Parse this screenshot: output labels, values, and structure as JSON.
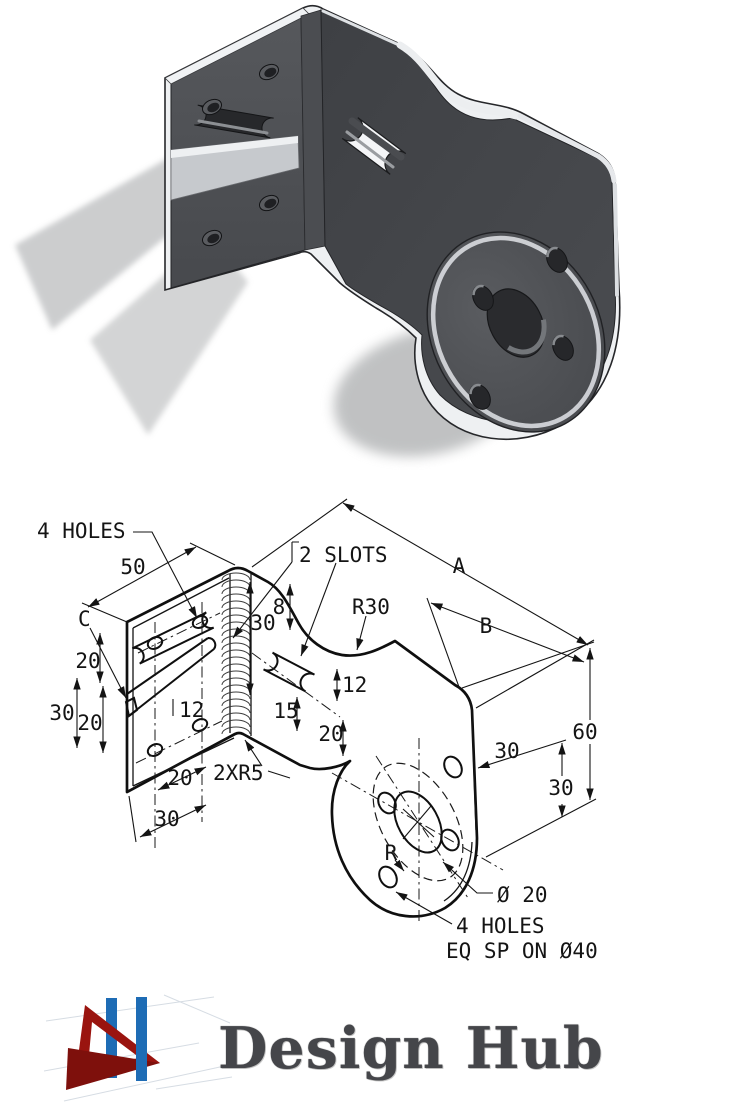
{
  "drawing": {
    "labels": {
      "four_holes_top": "4 HOLES",
      "dim_50": "50",
      "datum_c": "C",
      "dim_20_upper_left": "20",
      "dim_30_left": "30",
      "dim_20_lower_left": "20",
      "dim_12_left": "12",
      "dim_20_bottom": "20",
      "dim_30_bottom": "30",
      "fillet_note": "2XR5",
      "slots_note": "2 SLOTS",
      "dim_8": "8",
      "dim_30_center": "30",
      "radius_r30": "R30",
      "dim_12_slot": "12",
      "dim_15": "15",
      "dim_20_center": "20",
      "dim_a": "A",
      "dim_b": "B",
      "dim_60": "60",
      "dim_30_flange": "30",
      "dim_30_right": "30",
      "dia_20": "Ø 20",
      "radius_r": "R",
      "four_holes_bottom": "4 HOLES",
      "eq_sp_note": "EQ SP ON Ø40"
    }
  },
  "logo": {
    "brand": "Design Hub"
  },
  "colors": {
    "logo_red": "#9A140F",
    "logo_red_dark": "#7E100C",
    "logo_blue": "#1E6CB5",
    "drawing_ink": "#141414",
    "part_dark": "#46484C",
    "part_plate": "#54565A",
    "edge_light": "#EDEFF2",
    "shadow_gray": "#A6A8AA"
  }
}
